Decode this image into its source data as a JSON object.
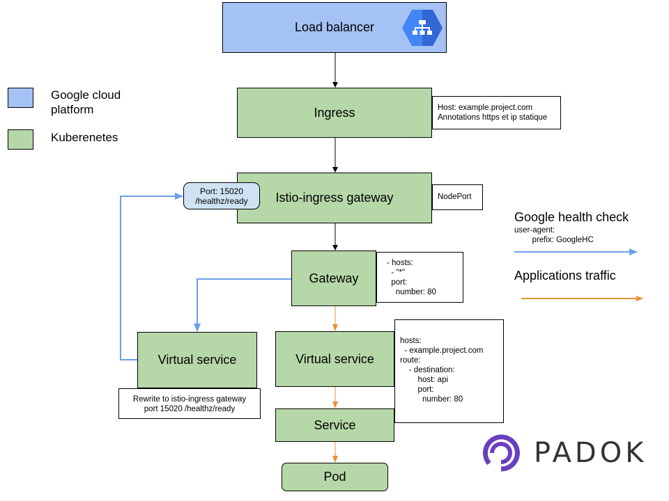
{
  "colors": {
    "gcp": "#a4c2f4",
    "kubernetes": "#b6d7a8",
    "health_check": "#6d9eeb",
    "app_traffic": "#e69138",
    "padok": "#6a3fbf"
  },
  "legend": {
    "gcp_label": "Google cloud\nplatform",
    "k8s_label": "Kuberenetes"
  },
  "nodes": {
    "load_balancer": "Load balancer",
    "ingress": "Ingress",
    "istio_gateway": "Istio-ingress gateway",
    "gateway": "Gateway",
    "virtual_service_left": "Virtual service",
    "virtual_service_right": "Virtual service",
    "service": "Service",
    "pod": "Pod"
  },
  "notes": {
    "ingress": "Host: example.project.com\nAnnotations https et ip statique",
    "nodeport": "NodePort",
    "healthz": "Port: 15020\n/healthz/ready",
    "gateway": "- hosts:\n  - \"*\"\n  port:\n    number: 80",
    "virtual_service": "hosts:\n  - example.project.com\nroute:\n    - destination:\n        host: api\n        port:\n          number: 80",
    "rewrite": "Rewrite to istio-ingress gateway\nport 15020 /healthz/ready"
  },
  "traffic_legend": {
    "health_title": "Google health check",
    "health_sub": "user-agent:\n        prefix: GoogleHC",
    "app_title": "Applications traffic"
  },
  "icons": {
    "lb": "load-balancer-icon",
    "logo": "padok-logo"
  },
  "brand": {
    "name": "PADOK"
  }
}
